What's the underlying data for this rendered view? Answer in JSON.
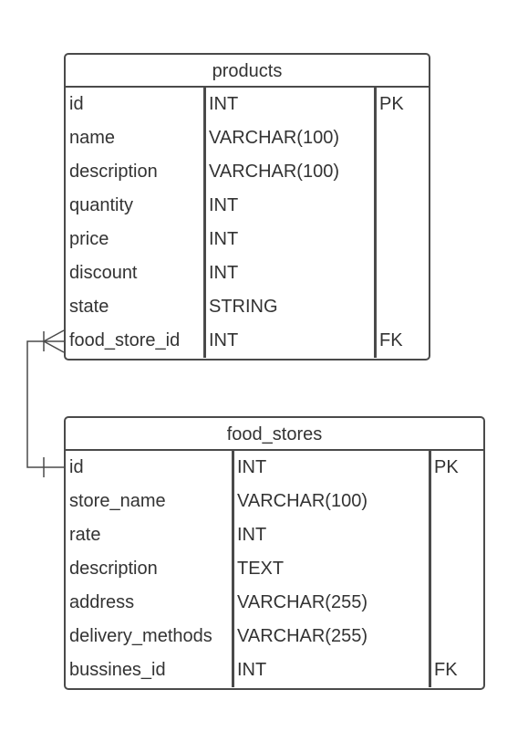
{
  "products": {
    "title": "products",
    "rows": [
      {
        "name": "id",
        "type": "INT",
        "key": "PK"
      },
      {
        "name": "name",
        "type": "VARCHAR(100)",
        "key": ""
      },
      {
        "name": "description",
        "type": "VARCHAR(100)",
        "key": ""
      },
      {
        "name": "quantity",
        "type": "INT",
        "key": ""
      },
      {
        "name": "price",
        "type": "INT",
        "key": ""
      },
      {
        "name": "discount",
        "type": "INT",
        "key": ""
      },
      {
        "name": "state",
        "type": "STRING",
        "key": ""
      },
      {
        "name": "food_store_id",
        "type": "INT",
        "key": "FK"
      }
    ]
  },
  "food_stores": {
    "title": "food_stores",
    "rows": [
      {
        "name": "id",
        "type": "INT",
        "key": "PK"
      },
      {
        "name": "store_name",
        "type": "VARCHAR(100)",
        "key": ""
      },
      {
        "name": "rate",
        "type": "INT",
        "key": ""
      },
      {
        "name": "description",
        "type": "TEXT",
        "key": ""
      },
      {
        "name": "address",
        "type": "VARCHAR(255)",
        "key": ""
      },
      {
        "name": "delivery_methods",
        "type": "VARCHAR(255)",
        "key": ""
      },
      {
        "name": "bussines_id",
        "type": "INT",
        "key": "FK"
      }
    ]
  },
  "relationship": {
    "from": "products.food_store_id",
    "to": "food_stores.id",
    "from_end": "many",
    "to_end": "one",
    "line_color": "#4a4a4a"
  }
}
